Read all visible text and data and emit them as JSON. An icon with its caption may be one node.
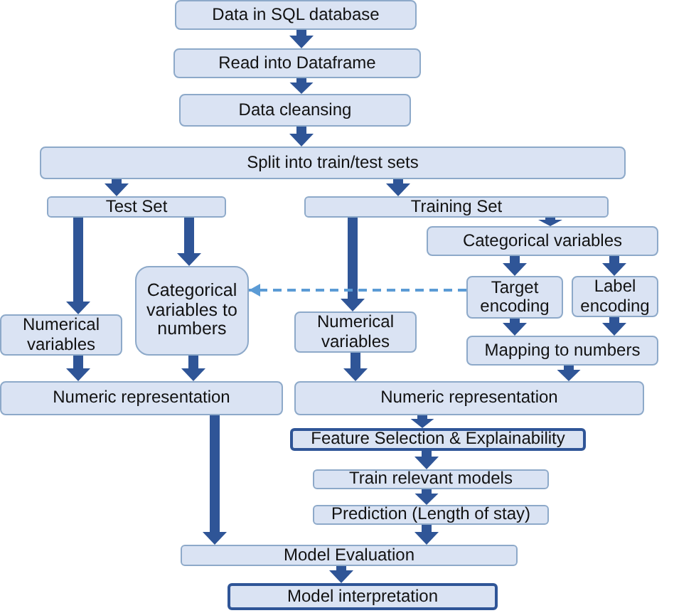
{
  "diagram": {
    "nodes": [
      {
        "text": [
          "Data in SQL database"
        ]
      },
      {
        "text": [
          "Read into Dataframe"
        ]
      },
      {
        "text": [
          "Data cleansing"
        ]
      },
      {
        "text": [
          "Split into train/test sets"
        ]
      },
      {
        "text": [
          "Test Set"
        ]
      },
      {
        "text": [
          "Training Set"
        ]
      },
      {
        "text": [
          "Categorical variables"
        ]
      },
      {
        "text": [
          "Categorical variables to numbers"
        ]
      },
      {
        "text": [
          "Numerical variables"
        ]
      },
      {
        "text": [
          "Target encoding"
        ]
      },
      {
        "text": [
          "Label encoding"
        ]
      },
      {
        "text": [
          "Numerical variables"
        ]
      },
      {
        "text": [
          "Mapping to numbers"
        ]
      },
      {
        "text": [
          "Numeric representation"
        ]
      },
      {
        "text": [
          "Numeric representation"
        ]
      },
      {
        "text": [
          "Feature Selection & Explainability"
        ]
      },
      {
        "text": [
          "Train relevant models"
        ]
      },
      {
        "text": [
          "Prediction (Length of stay)"
        ]
      },
      {
        "text": [
          "Model Evaluation"
        ]
      },
      {
        "text": [
          "Model interpretation"
        ]
      }
    ],
    "edges": [
      {
        "from": 0,
        "to": 1,
        "arrow": "to"
      },
      {
        "from": 1,
        "to": 2,
        "arrow": "to"
      },
      {
        "from": 2,
        "to": 3,
        "arrow": "to"
      },
      {
        "from": 3,
        "to": 4,
        "arrow": "to"
      },
      {
        "from": 3,
        "to": 5,
        "arrow": "to"
      },
      {
        "from": 4,
        "to": 8,
        "arrow": "to"
      },
      {
        "from": 4,
        "to": 7,
        "arrow": "to"
      },
      {
        "from": 5,
        "to": 11,
        "arrow": "to"
      },
      {
        "from": 5,
        "to": 6,
        "arrow": "to"
      },
      {
        "from": 6,
        "to": 9,
        "arrow": "to"
      },
      {
        "from": 6,
        "to": 10,
        "arrow": "to"
      },
      {
        "from": 9,
        "to": 7,
        "arrow": "to",
        "style": "dashed",
        "color": "#5b9bd5"
      },
      {
        "from": 9,
        "to": 12,
        "arrow": "to"
      },
      {
        "from": 10,
        "to": 12,
        "arrow": "to"
      },
      {
        "from": 8,
        "to": 13,
        "arrow": "to"
      },
      {
        "from": 7,
        "to": 13,
        "arrow": "to"
      },
      {
        "from": 11,
        "to": 14,
        "arrow": "to"
      },
      {
        "from": 12,
        "to": 14,
        "arrow": "to"
      },
      {
        "from": 13,
        "to": 18,
        "arrow": "to"
      },
      {
        "from": 14,
        "to": 15,
        "arrow": "to"
      },
      {
        "from": 15,
        "to": 16,
        "arrow": "to"
      },
      {
        "from": 16,
        "to": 17,
        "arrow": "to"
      },
      {
        "from": 17,
        "to": 18,
        "arrow": "to"
      },
      {
        "from": 18,
        "to": 19,
        "arrow": "to"
      }
    ]
  }
}
